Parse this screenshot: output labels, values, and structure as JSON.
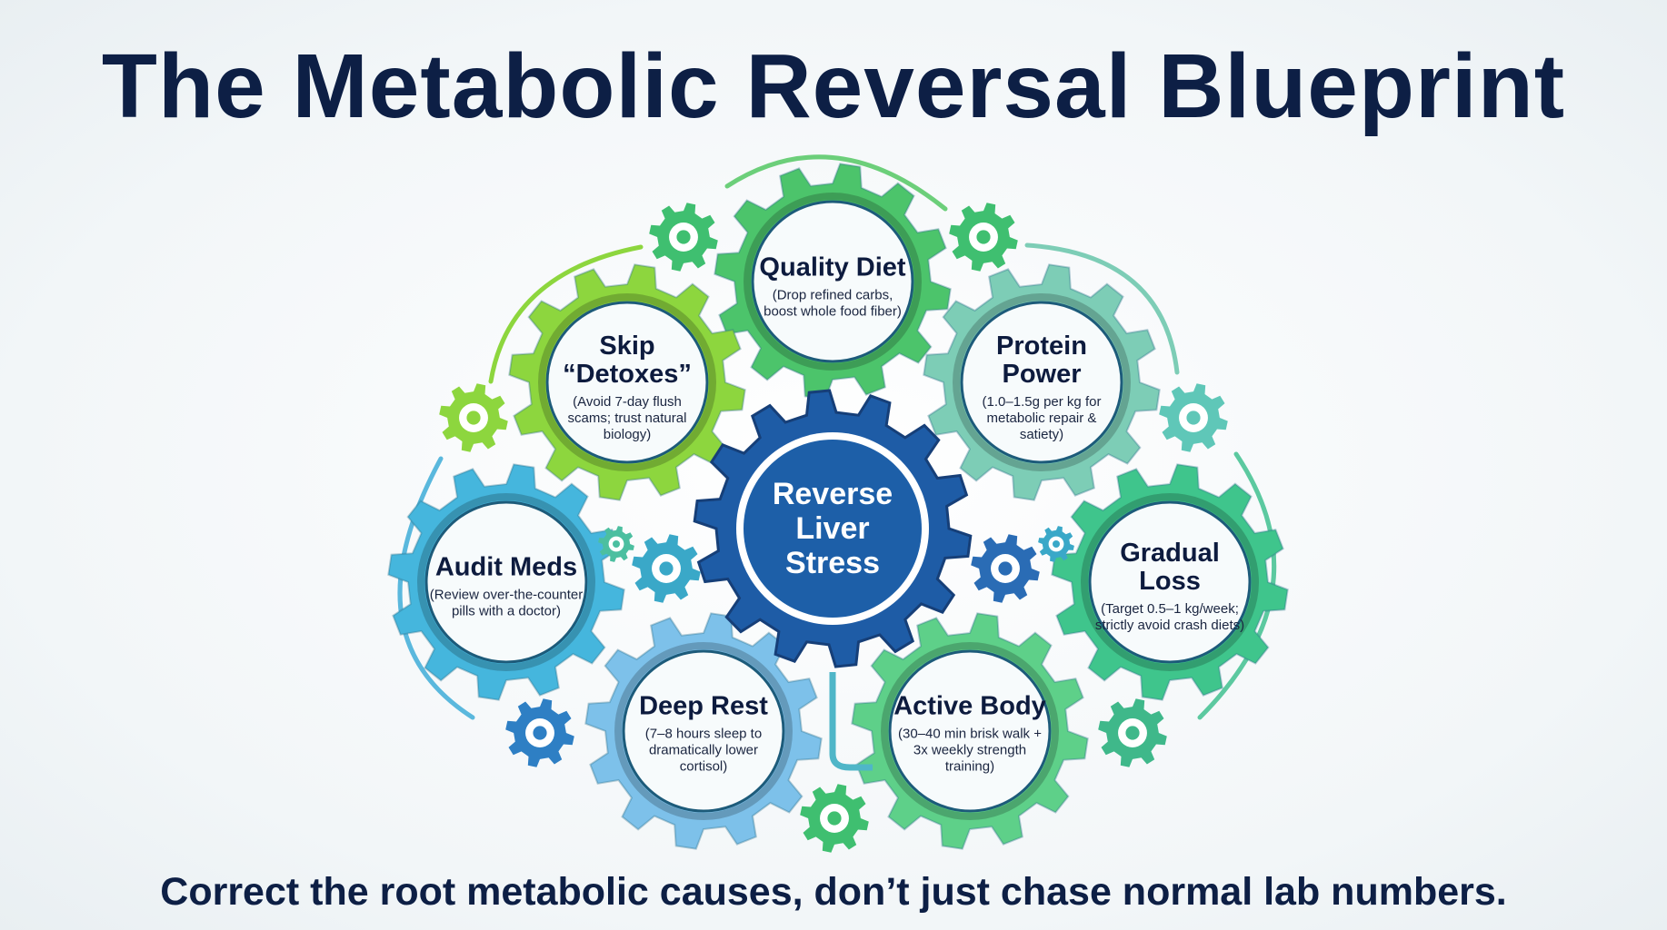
{
  "title": "The Metabolic Reversal Blueprint",
  "caption": "Correct the root metabolic causes, don’t just chase normal lab numbers.",
  "center": {
    "title": "Reverse Liver Stress",
    "color": "#1e5ca6"
  },
  "gears": [
    {
      "title": "Quality Diet",
      "desc": "(Drop refined carbs, boost whole food fiber)",
      "color": "#4cc46b"
    },
    {
      "title": "Skip “Detoxes”",
      "desc": "(Avoid 7-day flush scams; trust natural biology)",
      "color": "#8dd63e"
    },
    {
      "title": "Protein Power",
      "desc": "(1.0–1.5g per kg for metabolic repair & satiety)",
      "color": "#7dcdb6"
    },
    {
      "title": "Audit Meds",
      "desc": "(Review over-the-counter pills with a doctor)",
      "color": "#45b6dd"
    },
    {
      "title": "Gradual Loss",
      "desc": "(Target 0.5–1 kg/week; strictly avoid crash diets)",
      "color": "#3fc58c"
    },
    {
      "title": "Deep Rest",
      "desc": "(7–8 hours sleep to dramatically lower cortisol)",
      "color": "#7dc1ea"
    },
    {
      "title": "Active Body",
      "desc": "(30–40 min brisk walk + 3x weekly strength training)",
      "color": "#5ed089"
    }
  ],
  "small_gear_colors": [
    "#3fbf70",
    "#3fbf70",
    "#8dd63e",
    "#5fc7b8",
    "#3aa8c8",
    "#2a6cb5",
    "#2e7fc4",
    "#3fb88a",
    "#3fbf70",
    "#4cbfa0",
    "#3aa8c8"
  ]
}
